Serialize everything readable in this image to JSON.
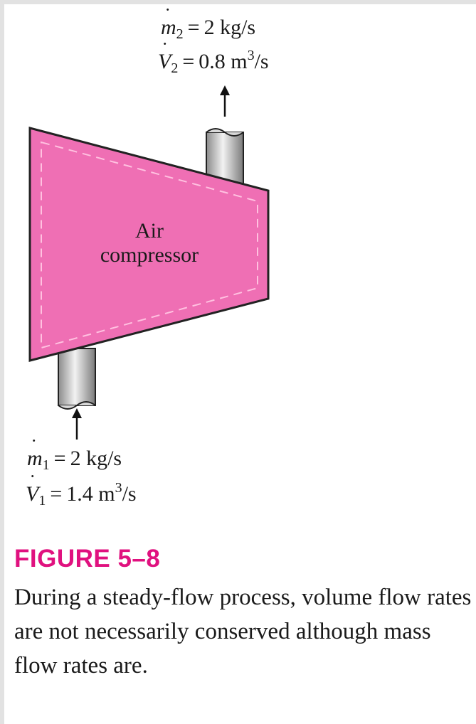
{
  "outlet": {
    "mass_symbol": "m",
    "mass_sub": "2",
    "mass_value": "2 kg/s",
    "vol_symbol": "V",
    "vol_sub": "2",
    "vol_value": "0.8 m",
    "vol_unit_exp": "3",
    "vol_unit_tail": "/s"
  },
  "inlet": {
    "mass_symbol": "m",
    "mass_sub": "1",
    "mass_value": "2 kg/s",
    "vol_symbol": "V",
    "vol_sub": "1",
    "vol_value": "1.4 m",
    "vol_unit_exp": "3",
    "vol_unit_tail": "/s"
  },
  "equals": "=",
  "compressor": {
    "line1": "Air",
    "line2": "compressor",
    "fill": "#ef6fb4",
    "dash": "#ffc1e0"
  },
  "figure": {
    "title": "FIGURE 5–8",
    "caption": "During a steady-flow process, volume flow rates are not necessarily conserved although mass flow rates are.",
    "title_color": "#e0117f"
  }
}
